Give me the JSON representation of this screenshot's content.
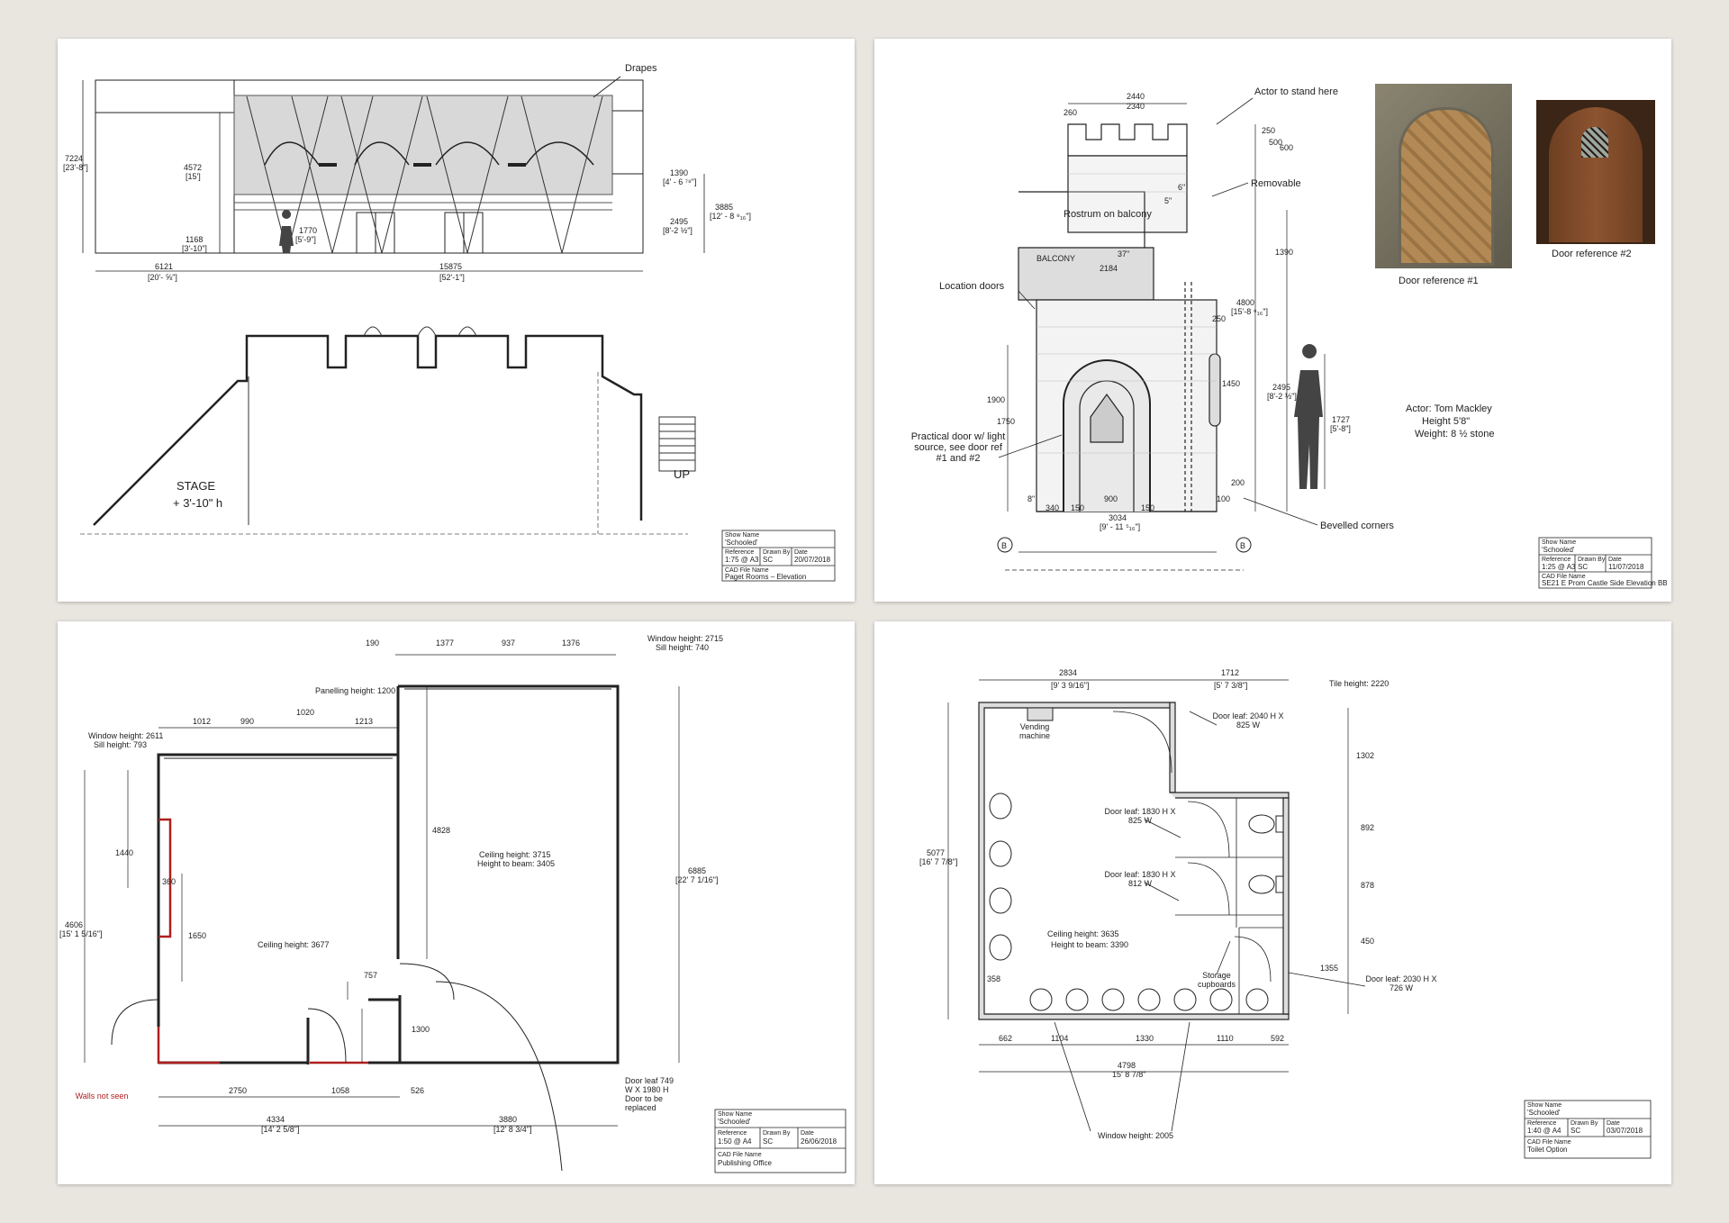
{
  "sheet1": {
    "elevation": {
      "label_drapes": "Drapes",
      "dims": [
        "7224",
        "[23'-8\"]",
        "4572",
        "[15']",
        "1168",
        "[3'-10\"]",
        "1770",
        "[5'-9\"]",
        "1390",
        "[4' - 6 ⁷⁸\"]",
        "2495",
        "[8'-2 ½\"]",
        "3885",
        "[12' - 8 ⁹₁₆\"]",
        "6121",
        "[20'- ⅝\"]",
        "15875",
        "[52'-1\"]"
      ]
    },
    "plan": {
      "stage": "STAGE",
      "stage_height": "+ 3'-10\" h",
      "up": "UP"
    },
    "titleblock": {
      "show_name_label": "Show Name",
      "show_name": "'Schooled'",
      "reference_label": "Reference",
      "reference": "1:75 @ A3",
      "drawn_by_label": "Drawn By",
      "drawn_by": "SC",
      "date_label": "Date",
      "date": "20/07/2018",
      "cad_label": "CAD File Name",
      "cad": "Paget Rooms – Elevation"
    }
  },
  "sheet2": {
    "annotations": {
      "actor_stand": "Actor to stand here",
      "removable": "Removable",
      "rostrum": "Rostrum on balcony",
      "location_doors": "Location doors",
      "balcony": "BALCONY",
      "practical_door": "Practical door w/ light source, see door ref #1 and #2",
      "bevelled": "Bevelled corners",
      "actor_name": "Actor: Tom Mackley",
      "actor_height": "Height 5'8\"",
      "actor_weight": "Weight: 8 ½ stone",
      "door_ref1": "Door reference #1",
      "door_ref2": "Door reference #2"
    },
    "dims": [
      "2440",
      "2340",
      "260",
      "250",
      "500",
      "600",
      "6\"",
      "5\"",
      "37\"",
      "2184",
      "1390",
      "4800",
      "[15'-8 ⁹₁₆\"]",
      "250",
      "1450",
      "2495",
      "[8'-2 ½\"]",
      "1900",
      "1750",
      "1727",
      "[5'-8\"]",
      "200",
      "8\"",
      "340",
      "150",
      "900",
      "150",
      "100",
      "3034",
      "[9' - 11 ⁵₁₆\"]"
    ],
    "section_marks": [
      "B",
      "B"
    ],
    "titleblock": {
      "show_name_label": "Show Name",
      "show_name": "'Schooled'",
      "reference_label": "Reference",
      "reference": "1:25 @ A3",
      "drawn_by_label": "Drawn By",
      "drawn_by": "SC",
      "date_label": "Date",
      "date": "11/07/2018",
      "cad_label": "CAD File Name",
      "cad": "SE21 E Prom Castle Side Elevation BB"
    }
  },
  "sheet3": {
    "annotations": {
      "window_top": "Window height: 2715",
      "sill_top": "Sill height: 740",
      "panelling": "Panelling height: 1200",
      "window_left": "Window height: 2611",
      "sill_left": "Sill height: 793",
      "ceiling_right1": "Ceiling height: 3715",
      "ceiling_right2": "Height to beam: 3405",
      "ceiling_left": "Ceiling height: 3677",
      "walls_not_seen": "Walls not seen",
      "door_leaf": "Door leaf 749 W X 1980 H Door to be replaced"
    },
    "dims": [
      "190",
      "1377",
      "937",
      "1376",
      "1012",
      "990",
      "1020",
      "1213",
      "4828",
      "6885",
      "[22' 7 1/16\"]",
      "1440",
      "360",
      "4606",
      "[15' 1 5/16\"]",
      "1650",
      "757",
      "1300",
      "2750",
      "1058",
      "526",
      "4334",
      "[14' 2 5/8\"]",
      "3880",
      "[12' 8 3/4\"]"
    ],
    "titleblock": {
      "show_name_label": "Show Name",
      "show_name": "'Schooled'",
      "reference_label": "Reference",
      "reference": "1:50 @ A4",
      "drawn_by_label": "Drawn By",
      "drawn_by": "SC",
      "date_label": "Date",
      "date": "26/06/2018",
      "cad_label": "CAD File Name",
      "cad": "Publishing Office"
    }
  },
  "sheet4": {
    "annotations": {
      "tile": "Tile height: 2220",
      "vending": "Vending machine",
      "door1": "Door leaf: 2040 H X 825 W",
      "door2": "Door leaf: 1830 H X 825 W",
      "door3": "Door leaf: 1830 H X 812 W",
      "ceiling1": "Ceiling height: 3635",
      "ceiling2": "Height to beam: 3390",
      "storage": "Storage cupboards",
      "door4": "Door leaf: 2030 H X 726 W",
      "window": "Window height: 2005"
    },
    "dims": [
      "2834",
      "[9' 3 9/16\"]",
      "1712",
      "[5' 7 3/8\"]",
      "1302",
      "892",
      "878",
      "450",
      "1355",
      "5077",
      "[16' 7 7/8\"]",
      "358",
      "662",
      "1104",
      "1330",
      "1110",
      "592",
      "4798",
      "15' 8 7/8\""
    ],
    "titleblock": {
      "show_name_label": "Show Name",
      "show_name": "'Schooled'",
      "reference_label": "Reference",
      "reference": "1:40 @ A4",
      "drawn_by_label": "Drawn By",
      "drawn_by": "SC",
      "date_label": "Date",
      "date": "03/07/2018",
      "cad_label": "CAD File Name",
      "cad": "Toilet Option"
    }
  }
}
